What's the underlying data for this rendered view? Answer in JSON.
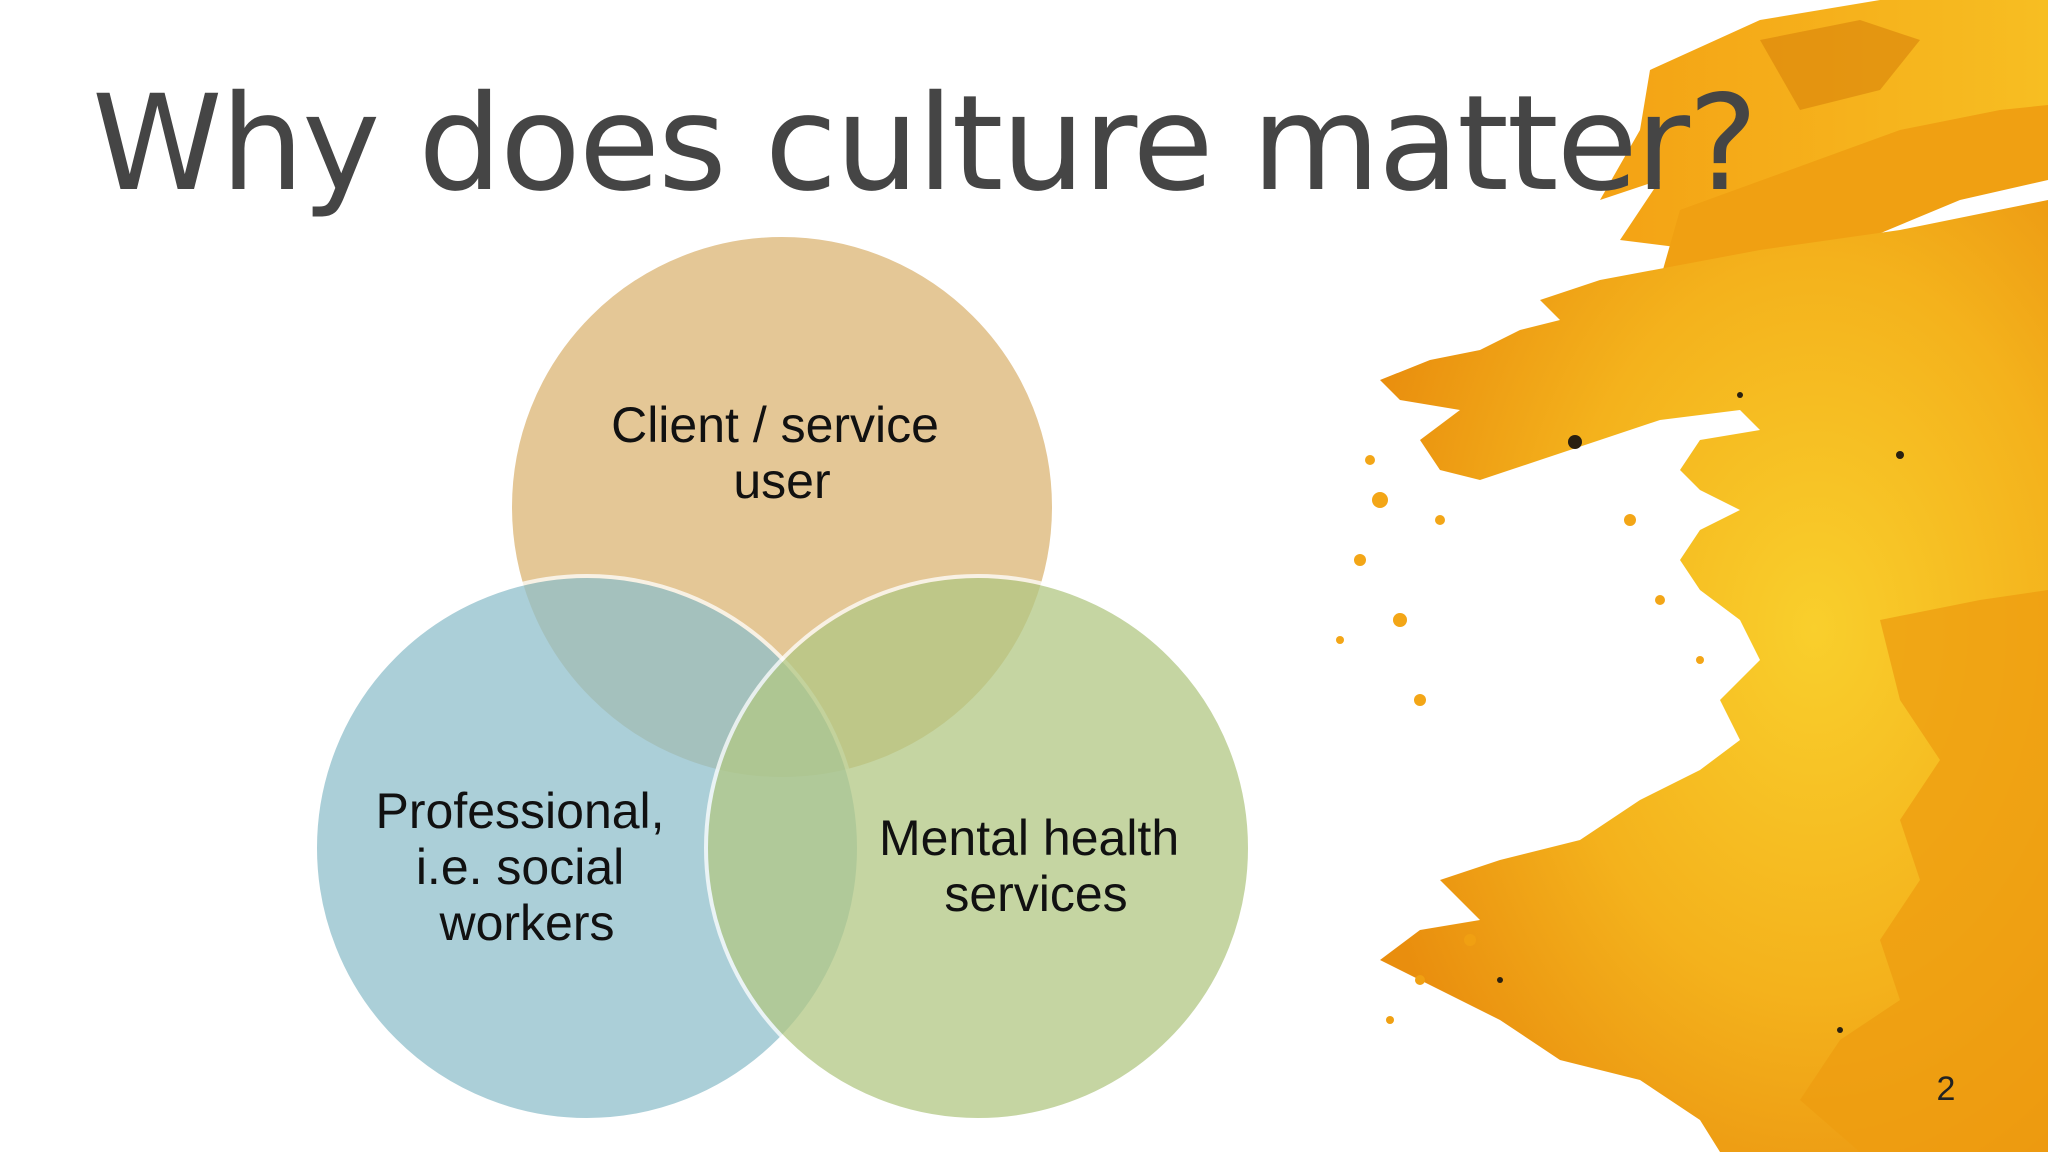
{
  "slide": {
    "title": "Why does culture matter?",
    "page_number": "2"
  },
  "venn": {
    "circles": [
      {
        "id": "top",
        "label_lines": [
          "Client / service",
          "user"
        ],
        "fill": "#E2C18B"
      },
      {
        "id": "left",
        "label_lines": [
          "Professional,",
          "i.e. social",
          "workers"
        ],
        "fill": "#8FBFCB"
      },
      {
        "id": "right",
        "label_lines": [
          "Mental health",
          "services"
        ],
        "fill": "#B2C884"
      }
    ]
  },
  "colors": {
    "title": "#454545",
    "splash_orange": "#F2A516",
    "splash_yellow": "#F7C623",
    "circle_stroke": "#FFFFFF"
  }
}
